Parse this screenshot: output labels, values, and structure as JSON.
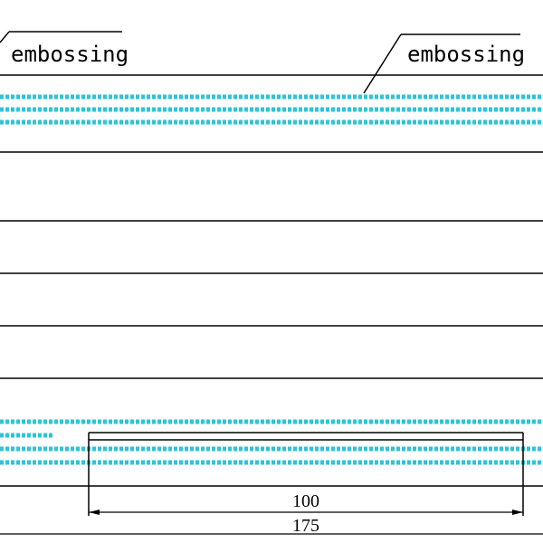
{
  "labels": {
    "embossing_left": "embossing",
    "embossing_right": "embossing"
  },
  "dimensions": {
    "inner_width": "100",
    "total_width": "175"
  },
  "colors": {
    "line": "#000000",
    "embossing_dots": "#2ec4d6",
    "background": "#ffffff"
  }
}
